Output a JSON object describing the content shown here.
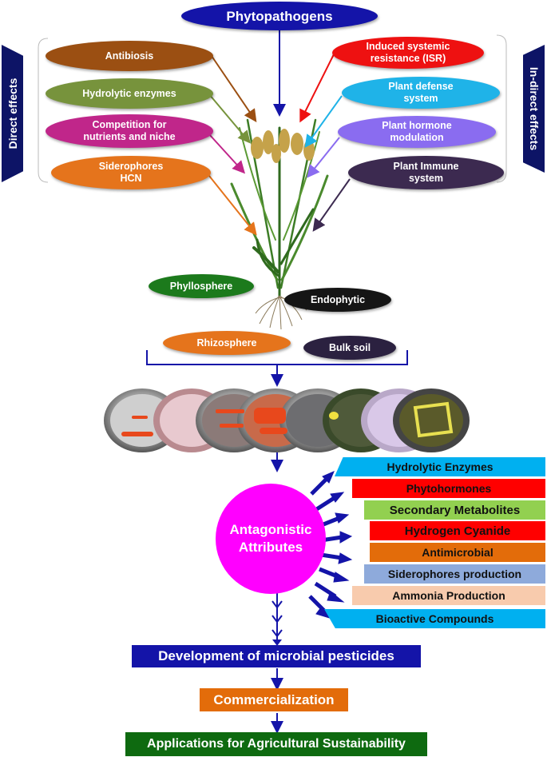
{
  "top": {
    "title": "Phytopathogens"
  },
  "side_labels": {
    "left": "Direct effects",
    "right": "In-direct effects"
  },
  "left_effects": [
    "Antibiosis",
    "Hydrolytic enzymes",
    "Competition for\nnutrients and niche",
    "Siderophores\nHCN"
  ],
  "right_effects": [
    "Induced systemic\nresistance (ISR)",
    "Plant defense\nsystem",
    "Plant hormone\nmodulation",
    "Plant Immune\nsystem"
  ],
  "habitats": {
    "phyllosphere": "Phyllosphere",
    "endophytic": "Endophytic",
    "rhizosphere": "Rhizosphere",
    "bulk_soil": "Bulk soil"
  },
  "center": {
    "label": "Antagonistic\nAttributes"
  },
  "attributes": [
    "Hydrolytic Enzymes",
    "Phytohormones",
    "Secondary Metabolites",
    "Hydrogen Cyanide",
    "Antimicrobial",
    "Siderophores production",
    "Ammonia Production",
    "Bioactive Compounds"
  ],
  "flow": {
    "development": "Development of microbial pesticides",
    "commercialization": "Commercialization",
    "applications": "Applications for Agricultural Sustainability"
  },
  "colors": {
    "navy": "#1414a8",
    "antibiosis": "#9b4f12",
    "hydrolytic": "#77933c",
    "competition": "#c0268a",
    "siderophores": "#e5741c",
    "isr": "#ee1111",
    "defense": "#1fb3e8",
    "hormone": "#8a6cf0",
    "immune": "#3c2a50",
    "phyllosphere": "#1c7a1c",
    "endophytic": "#151515",
    "rhizosphere": "#e5741c",
    "bulk_soil": "#2b2140",
    "magenta": "#ff00ff",
    "commercial": "#e36c0a",
    "applications": "#0e6a10",
    "attr_fills": [
      "#00b0f0",
      "#ff0000",
      "#92d050",
      "#ff0000",
      "#e36c0a",
      "#8eaadb",
      "#f8cbad",
      "#00b0f0"
    ]
  }
}
